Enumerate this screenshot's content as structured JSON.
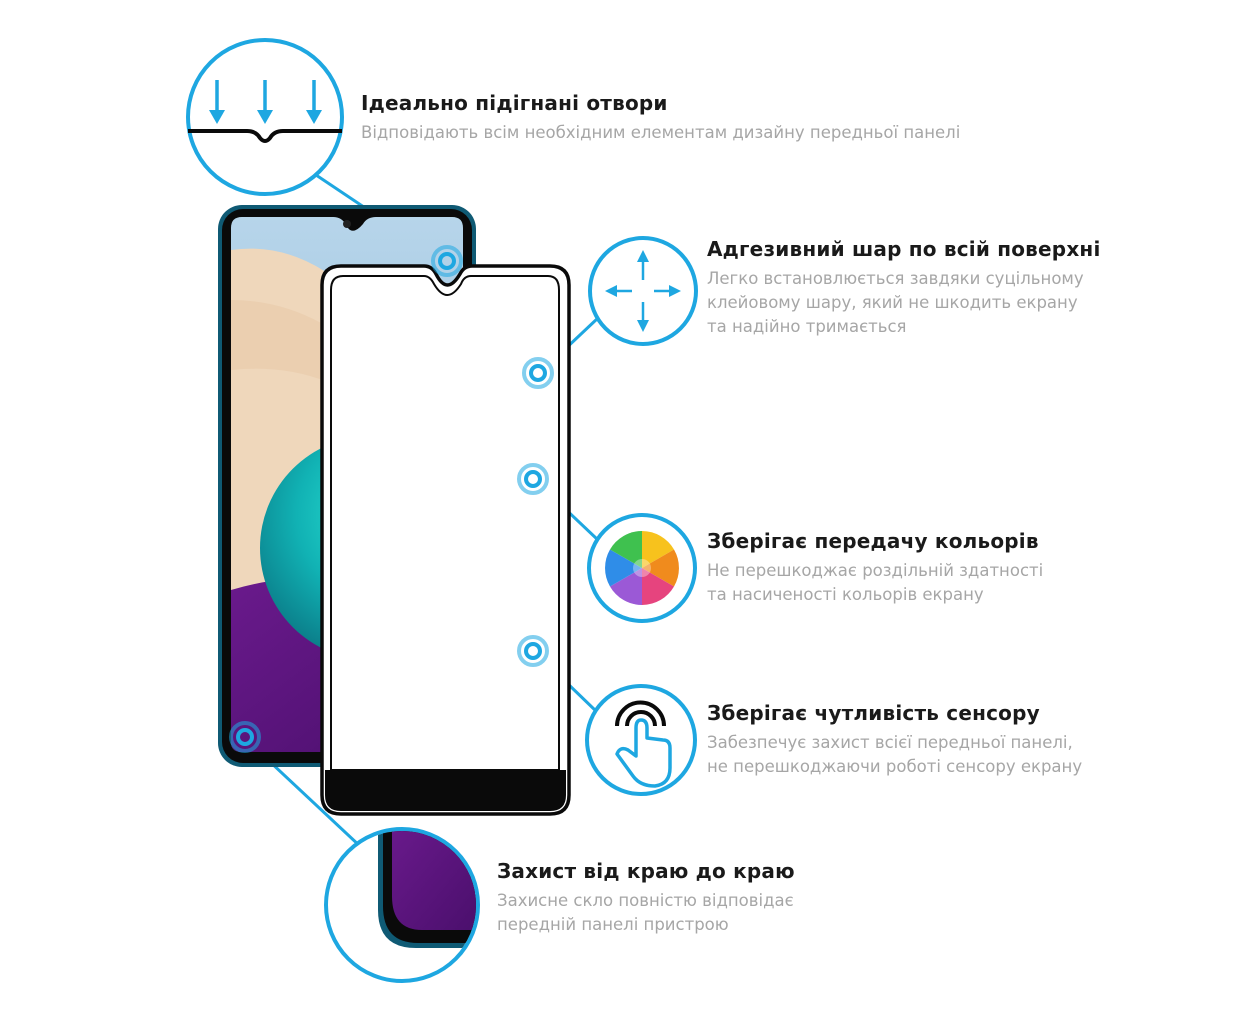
{
  "features": [
    {
      "title": "Ідеально підігнані отвори",
      "lines": [
        "Відповідають всім необхідним елементам дизайну передньої панелі"
      ],
      "icon": "notch-fit-icon"
    },
    {
      "title": "Адгезивний шар по всій поверхні",
      "lines": [
        "Легко встановлюється завдяки суцільному",
        "клейовому шару, який не шкодить екрану",
        "та надійно тримається"
      ],
      "icon": "move-arrows-icon"
    },
    {
      "title": "Зберігає передачу кольорів",
      "lines": [
        "Не перешкоджає роздільній здатності",
        "та насиченості кольорів екрану"
      ],
      "icon": "color-wheel-icon"
    },
    {
      "title": "Зберігає чутливість сенсору",
      "lines": [
        "Забезпечує захист всієї передньої панелі,",
        "не перешкоджаючи роботі сенсору екрану"
      ],
      "icon": "touch-finger-icon"
    },
    {
      "title": "Захист від краю до краю",
      "lines": [
        "Захисне скло повністю відповідає",
        "передній панелі пристрою"
      ],
      "icon": "edge-corner-icon"
    }
  ],
  "colors": {
    "accent": "#1ea7e1",
    "text_title": "#1a1a1a",
    "text_desc": "#a6a6a6",
    "phone_frame": "#15607a",
    "glass_frame": "#000000"
  }
}
